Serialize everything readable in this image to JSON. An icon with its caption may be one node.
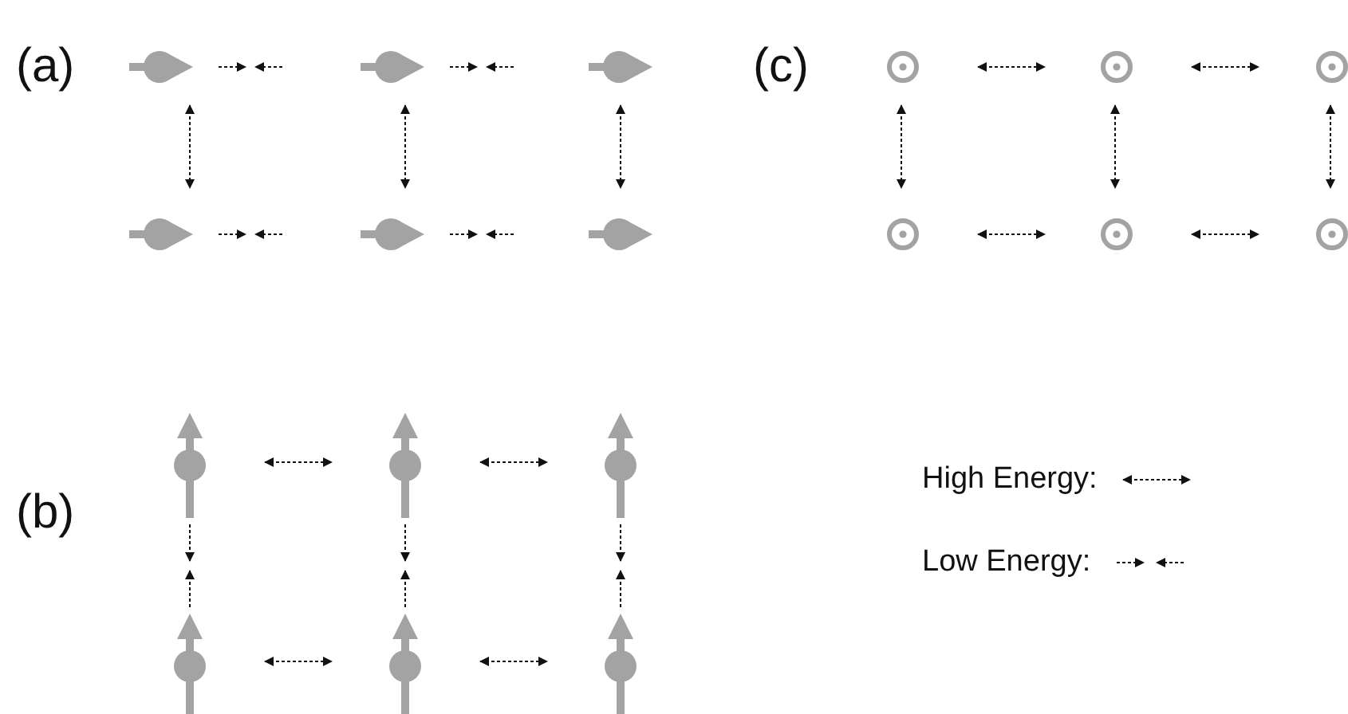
{
  "diagram": {
    "labels": [
      "(a)",
      "(c)",
      "(b)"
    ],
    "legend": [
      {
        "text": "High Energy:"
      },
      {
        "text": "Low Energy:"
      }
    ]
  }
}
